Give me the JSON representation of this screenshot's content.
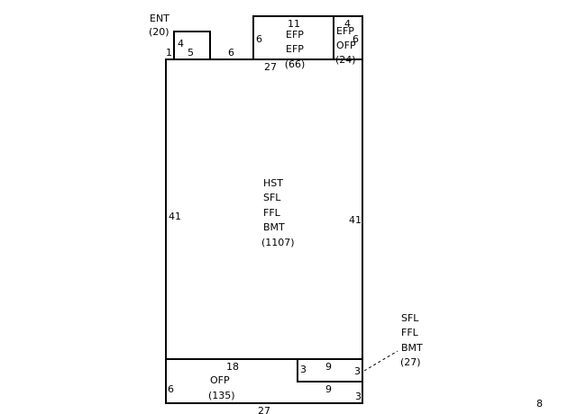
{
  "areas": {
    "main": {
      "codes": [
        "HST",
        "SFL",
        "FFL",
        "BMT"
      ],
      "area": "(1107)"
    },
    "entry": {
      "codes": [
        "ENT"
      ],
      "area": "(20)"
    },
    "porch_large": {
      "codes": [
        "EFP",
        "EFP"
      ],
      "area": "(66)"
    },
    "porch_small": {
      "codes": [
        "EFP",
        "OFP"
      ],
      "area": "(24)"
    },
    "porch_bottom": {
      "codes": [
        "OFP"
      ],
      "area": "(135)"
    },
    "side_callout": {
      "codes": [
        "SFL",
        "FFL",
        "BMT"
      ],
      "area": "(27)"
    }
  },
  "dimensions": {
    "main_left": "41",
    "main_right": "41",
    "main_top": "27",
    "main_bottom": "27",
    "ent_left": "4",
    "ent_bottom": "5",
    "ent_corner": "1",
    "gap_top": "6",
    "porch_large_top": "11",
    "porch_large_left": "6",
    "porch_small_top": "4",
    "porch_small_right": "6",
    "porch_bottom_top": "18",
    "porch_bottom_left": "6",
    "notch_left": "3",
    "notch_top": "9",
    "notch_right": "3",
    "lower_9": "9",
    "lower_3": "3"
  },
  "page_number": "8"
}
